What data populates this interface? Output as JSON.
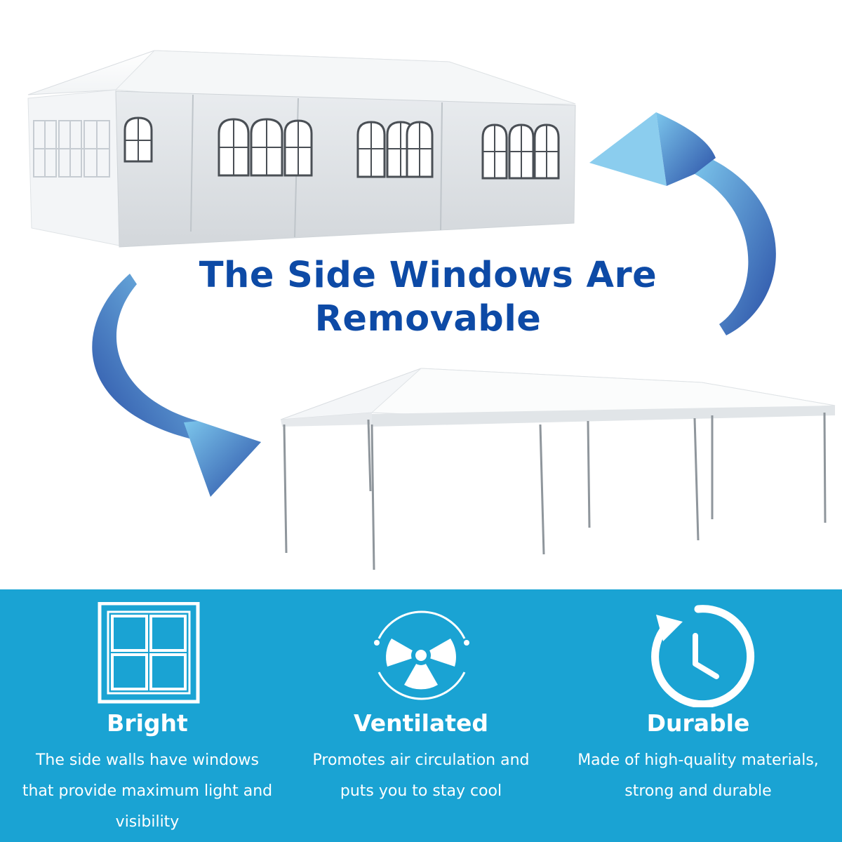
{
  "headline": {
    "line1": "The Side Windows Are",
    "line2": "Removable"
  },
  "colors": {
    "headline": "#0d4aa6",
    "band": "#1aa3d3",
    "arrow_light": "#7cc6ec",
    "arrow_dark": "#2a4fa6"
  },
  "features": [
    {
      "icon": "window-icon",
      "title": "Bright",
      "description": "The side walls have windows that provide maximum light and visibility"
    },
    {
      "icon": "fan-icon",
      "title": "Ventilated",
      "description": "Promotes air circulation and puts you to stay cool"
    },
    {
      "icon": "clock-icon",
      "title": "Durable",
      "description": "Made of high-quality materials, strong and durable"
    }
  ]
}
